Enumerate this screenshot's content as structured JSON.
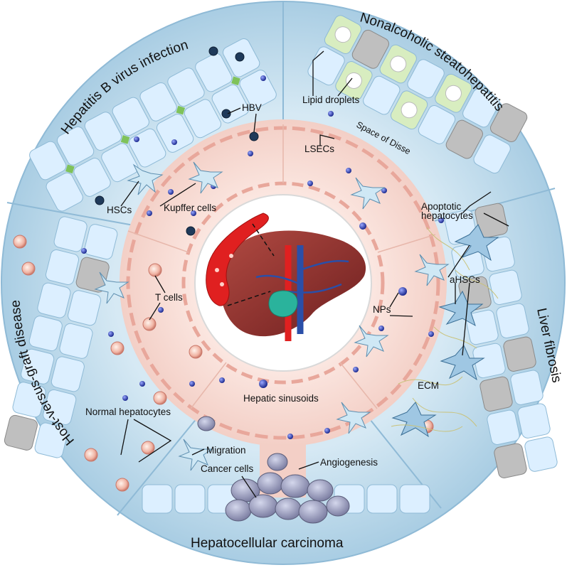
{
  "segments": {
    "hbv": "Hepatitis B virus infection",
    "nash": "Nonalcoholic steatohepatitis",
    "fibrosis": "Liver fibrosis",
    "hcc": "Hepatocellular carcinoma",
    "hvgd": "Host-versus-graft disease"
  },
  "labels": {
    "hbv": "HBV",
    "hscs": "HSCs",
    "kupffer": "Kupffer cells",
    "lipid": "Lipid droplets",
    "disse": "Space of Disse",
    "lsecs": "LSECs",
    "apoptotic_1": "Apoptotic",
    "apoptotic_2": "hepatocytes",
    "ahscs": "aHSCs",
    "nps": "NPs",
    "ecm": "ECM",
    "t_cells": "T cells",
    "sinusoids": "Hepatic sinusoids",
    "normal": "Normal hepatocytes",
    "migration": "Migration",
    "cancer": "Cancer cells",
    "angio": "Angiogenesis"
  },
  "colors": {
    "outer_ring": "#bcd9ea",
    "border": "#8fbad6",
    "sinusoid": "#f8ddd6",
    "liver": "#8b2a2a",
    "vessel_red": "#e02020",
    "vessel_blue": "#2a4fa8",
    "gallbladder": "#2ab39c",
    "np_blue": "#2b3aa8",
    "hepatocyte": "#dcefff",
    "green_junction": "#7fc25a"
  }
}
